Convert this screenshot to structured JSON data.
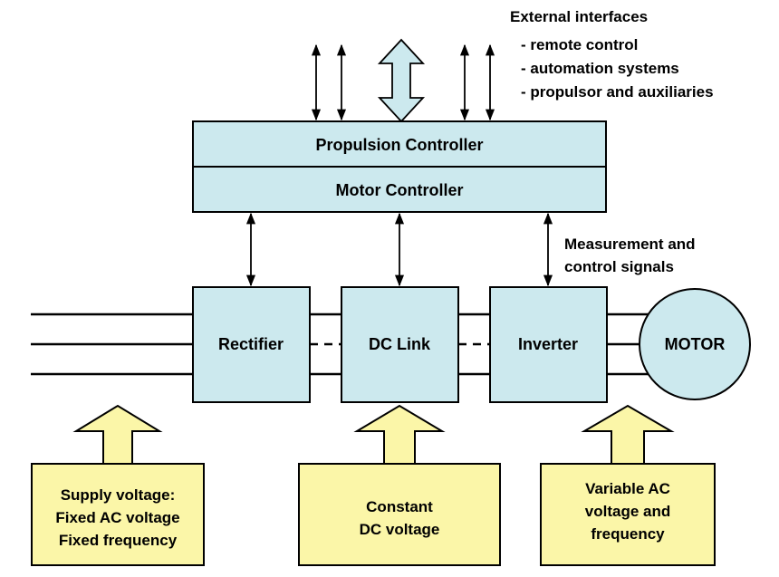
{
  "external": {
    "title": "External interfaces",
    "items": [
      "- remote control",
      "- automation systems",
      "- propulsor and auxiliaries"
    ]
  },
  "controllers": {
    "propulsion": "Propulsion Controller",
    "motor": "Motor Controller"
  },
  "measurement": {
    "line1": "Measurement and",
    "line2": "control signals"
  },
  "blocks": {
    "rectifier": "Rectifier",
    "dc_link": "DC Link",
    "inverter": "Inverter",
    "motor": "MOTOR"
  },
  "notes": {
    "supply": [
      "Supply voltage:",
      "Fixed AC voltage",
      "Fixed frequency"
    ],
    "dc": [
      "Constant",
      "DC voltage"
    ],
    "output": [
      "Variable AC",
      "voltage and",
      "frequency"
    ]
  },
  "colors": {
    "block_fill": "#cce9ee",
    "note_fill": "#fbf6a8"
  }
}
